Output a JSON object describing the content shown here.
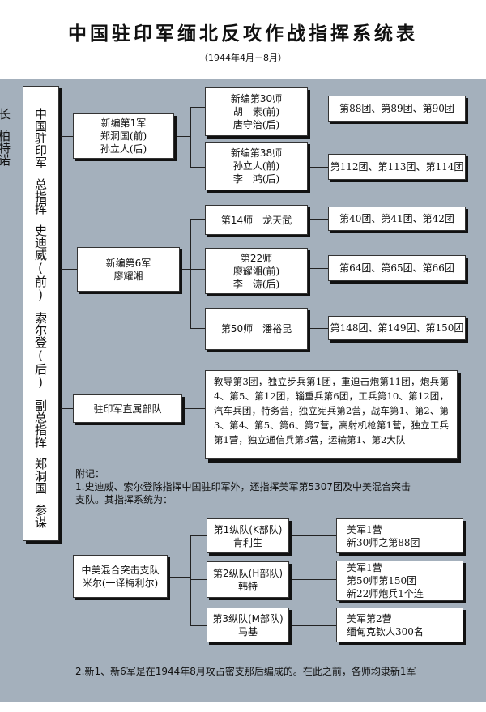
{
  "title": "中国驻印军缅北反攻作战指挥系统表",
  "subtitle": "（1944年4月－8月）",
  "command": [
    "中国驻印军",
    "总指挥",
    "史迪威(前)",
    "索尔登(后)",
    "副总指挥",
    "郑洞国",
    "参谋长",
    "柏特诺"
  ],
  "army1": {
    "name": "新编第1军",
    "l1": "郑洞国(前)",
    "l2": "孙立人(后)"
  },
  "div30": {
    "name": "新编第30师",
    "l1": "胡　素(前)",
    "l2": "唐守治(后)",
    "regs": "第88团、第89团、第90团"
  },
  "div38": {
    "name": "新编第38师",
    "l1": "孙立人(前)",
    "l2": "李　鸿(后)",
    "regs": "第112团、第113团、第114团"
  },
  "army6": {
    "name": "新编第6军",
    "l1": "廖耀湘"
  },
  "div14": {
    "name": "第14师　龙天武",
    "regs": "第40团、第41团、第42团"
  },
  "div22": {
    "name": "第22师",
    "l1": "廖耀湘(前)",
    "l2": "李　涛(后)",
    "regs": "第64团、第65团、第66团"
  },
  "div50": {
    "name": "第50师　潘裕昆",
    "regs": "第148团、第149团、第150团"
  },
  "direct": {
    "name": "驻印军直属部队",
    "units": "教导第3团，独立步兵第1团，重迫击炮第11团，炮兵第4、第5、第12团，辎重兵第6团，工兵第10、第12团，汽车兵团，特务营，独立宪兵第2营，战车第1、第2、第3、第4、第5、第6、第7营，高射机枪第1营，独立工兵第1营，独立通信兵第3营，运输第1、第2大队"
  },
  "notes": {
    "heading": "附记：",
    "n1a": "1.史迪威、索尔登除指挥中国驻印军外，还指挥美军第5307团及中美混合突击",
    "n1b": "支队。其指挥系统为：",
    "n2": "2.新1、新6军是在1944年8月攻占密支那后编成的。在此之前，各师均隶新1军"
  },
  "mixed": {
    "name": "中美混合突击支队",
    "l1": "米尔(一译梅利尔)"
  },
  "columns": [
    {
      "name": "第1纵队(K部队)",
      "leader": "肯利生",
      "units": [
        "美军1营",
        "新30师之第88团"
      ]
    },
    {
      "name": "第2纵队(H部队)",
      "leader": "韩特",
      "units": [
        "美军1营",
        "第50师第150团",
        "新22师炮兵1个连"
      ]
    },
    {
      "name": "第3纵队(M部队)",
      "leader": "马基",
      "units": [
        "美军第2营",
        "缅甸克钦人300名"
      ]
    }
  ]
}
